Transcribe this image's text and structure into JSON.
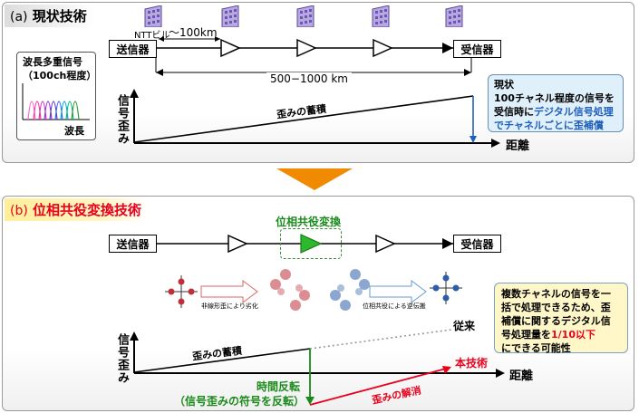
{
  "panel_a": {
    "title_prefix": "(a)",
    "title": "現状技術",
    "ntt_building": "NTTビル",
    "transmitter": "送信器",
    "receiver": "受信器",
    "span": "～100km",
    "total": "500−1000 km",
    "wdm_title": "波長多重信号",
    "wdm_sub": "（100ch程度）",
    "wavelength": "波長",
    "y_axis": "信号歪み",
    "x_axis": "距離",
    "accumulation": "歪みの蓄積",
    "callout_title": "現状",
    "callout_line1": "100チャネル程度の信号を",
    "callout_line2_a": "受信時に",
    "callout_line2_b": "デジタル信号処理",
    "callout_line3": "でチャネルごとに歪補償"
  },
  "panel_b": {
    "title_prefix": "(b)",
    "title": "位相共役変換技術",
    "transmitter": "送信器",
    "receiver": "受信器",
    "pc_label": "位相共役変換",
    "nonlinear_label": "非線形歪により劣化",
    "pc_reverse_label": "位相共役による逆伝搬",
    "conventional": "従来",
    "this_tech": "本技術",
    "y_axis": "信号歪み",
    "x_axis": "距離",
    "accumulation": "歪みの蓄積",
    "time_reversal": "時間反転",
    "sign_reversal": "（信号歪みの符号を反転）",
    "cancellation": "歪みの解消",
    "callout_line1": "複数チャネルの信号を一",
    "callout_line2": "括で処理できるため、歪",
    "callout_line3": "補償に関するデジタル信",
    "callout_line4": "号処理量を",
    "callout_highlight": "1/10以下",
    "callout_line5": "にできる可能性"
  },
  "colors": {
    "accent_red": "#e8001c",
    "accent_green": "#1a8a1a",
    "arrow_orange": "#f08a00",
    "blue_text": "#1f5fb8"
  }
}
